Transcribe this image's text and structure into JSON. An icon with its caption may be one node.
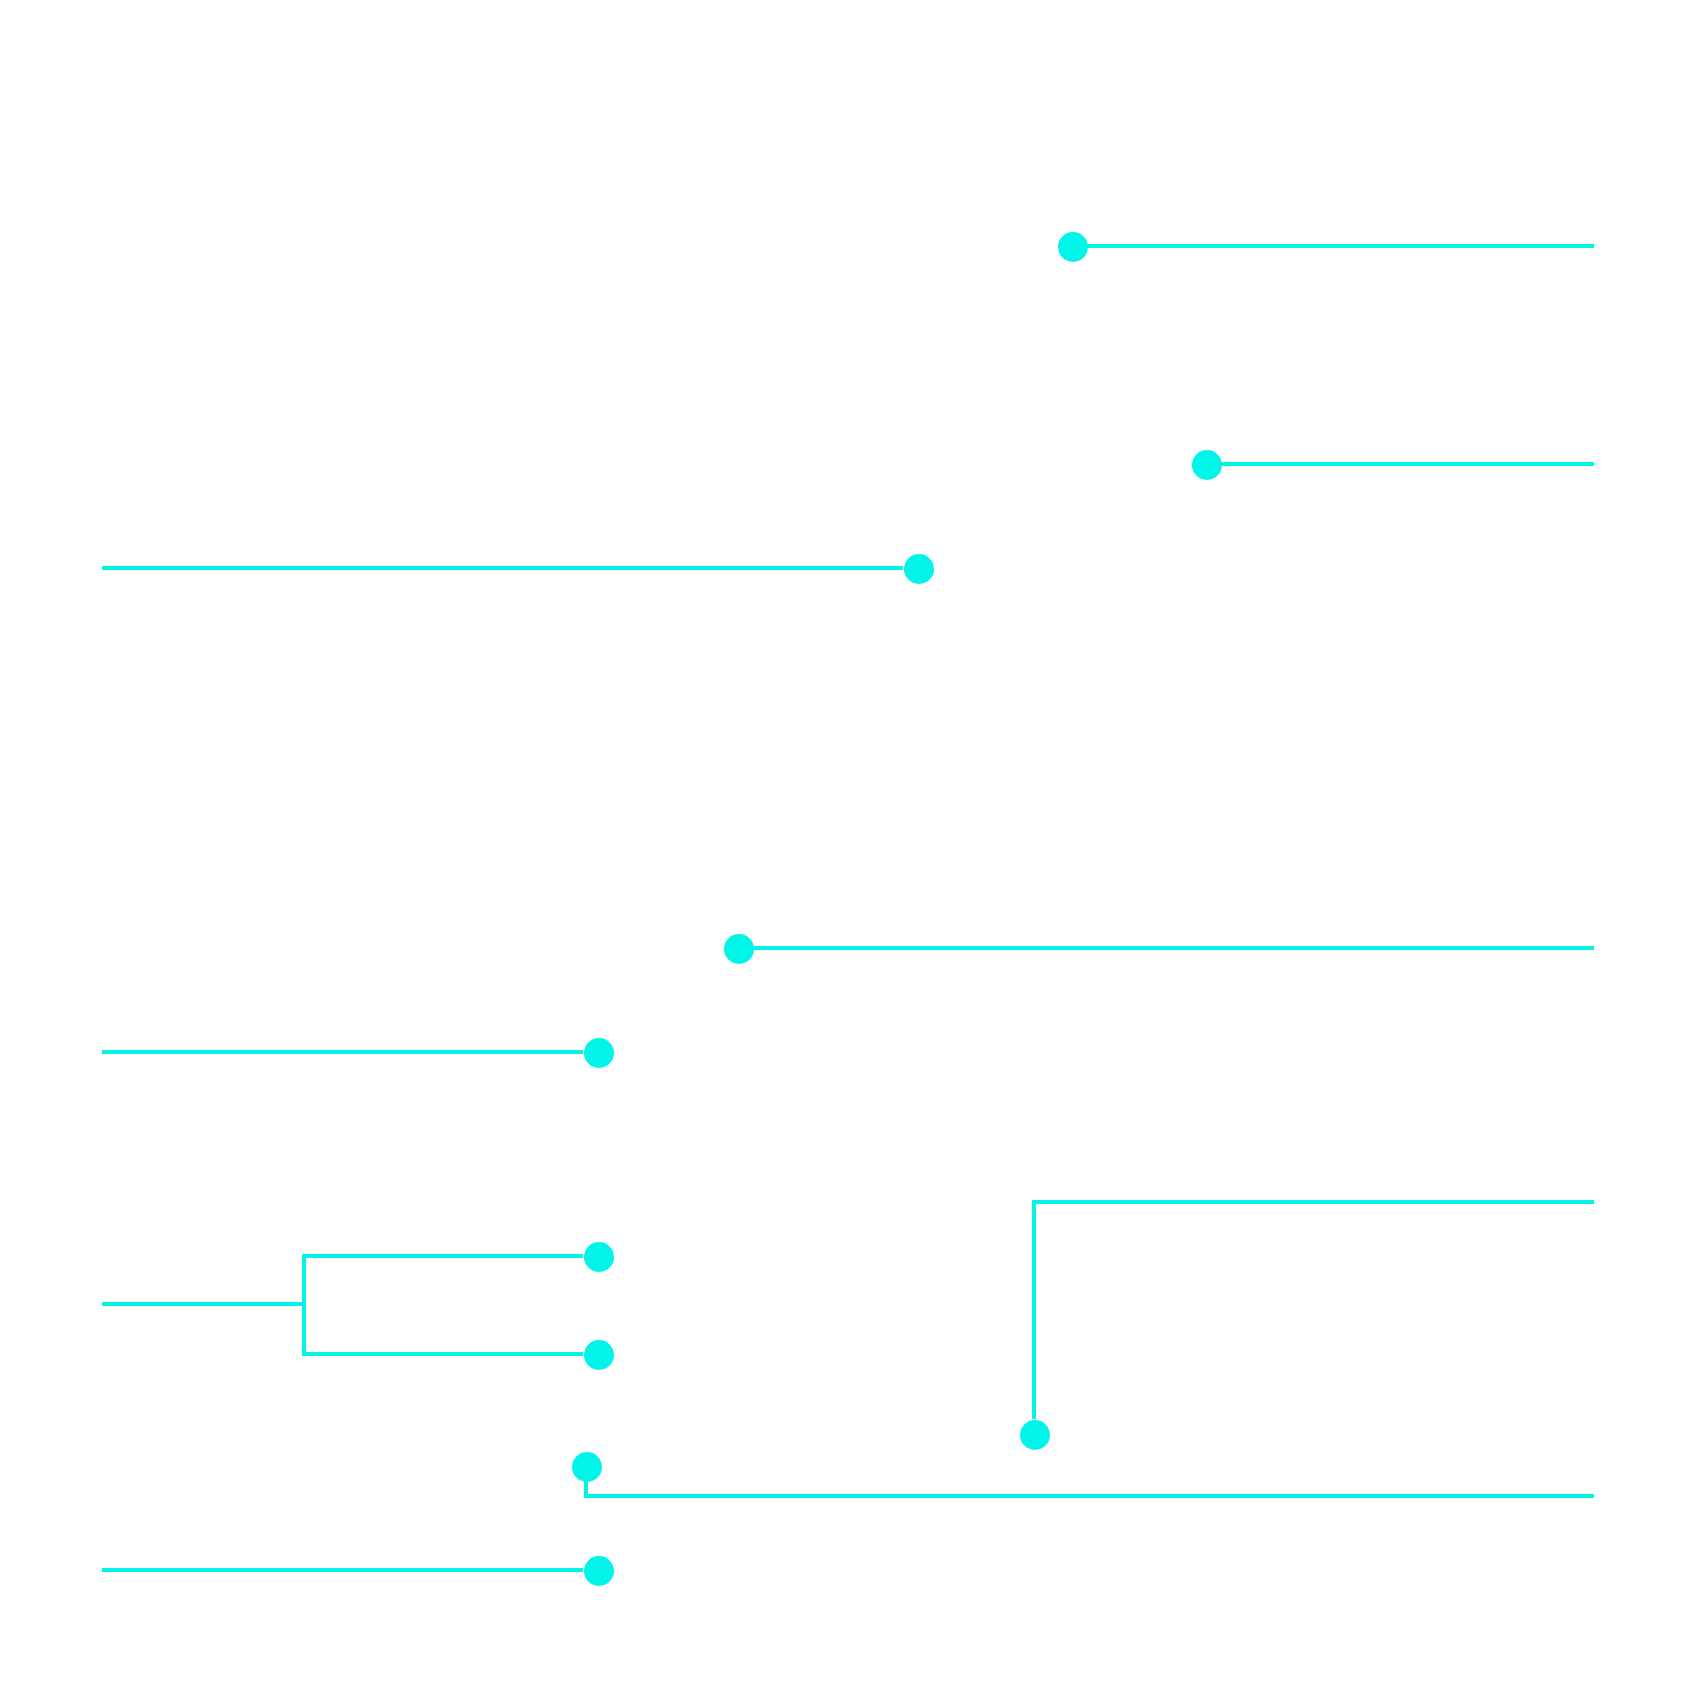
{
  "diagram": {
    "nodes": [
      {
        "text": [],
        "shape": "circle"
      },
      {
        "text": [],
        "shape": "circle"
      },
      {
        "text": [],
        "shape": "circle"
      },
      {
        "text": [],
        "shape": "circle"
      },
      {
        "text": [],
        "shape": "circle"
      },
      {
        "text": [],
        "shape": "circle"
      },
      {
        "text": [],
        "shape": "circle"
      },
      {
        "text": [],
        "shape": "circle"
      },
      {
        "text": [],
        "shape": "circle"
      },
      {
        "text": [],
        "shape": "circle"
      }
    ],
    "edges": [
      {
        "from": null,
        "to": 0,
        "arrow": "none"
      },
      {
        "from": null,
        "to": 1,
        "arrow": "none"
      },
      {
        "from": null,
        "to": 2,
        "arrow": "none"
      },
      {
        "from": null,
        "to": 3,
        "arrow": "none"
      },
      {
        "from": null,
        "to": 4,
        "arrow": "none"
      },
      {
        "from": null,
        "to": 5,
        "arrow": "none"
      },
      {
        "from": null,
        "to": 6,
        "arrow": "none"
      },
      {
        "from": null,
        "to": 7,
        "arrow": "none"
      },
      {
        "from": null,
        "to": 8,
        "arrow": "none"
      },
      {
        "from": null,
        "to": 9,
        "arrow": "none"
      }
    ]
  }
}
